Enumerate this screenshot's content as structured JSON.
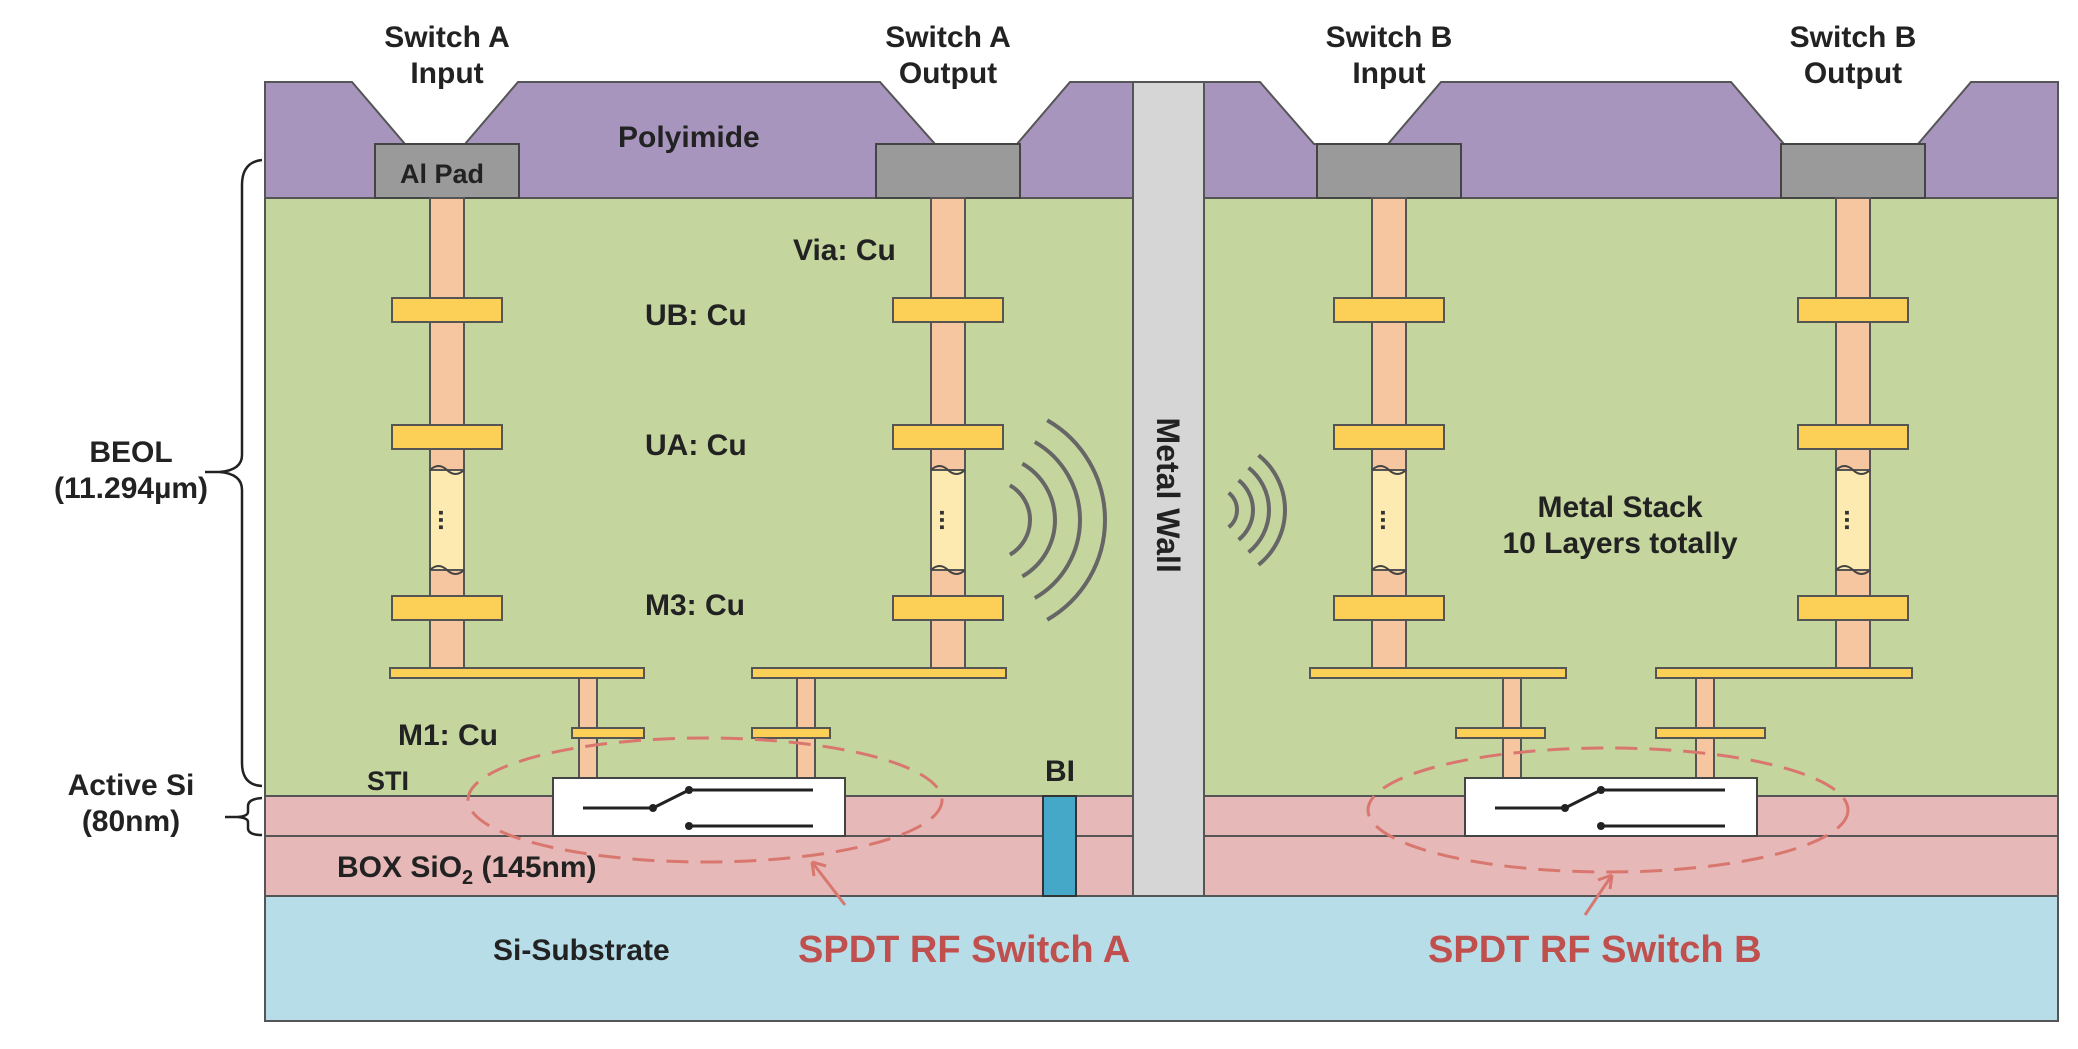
{
  "terminals": [
    {
      "line1": "Switch A",
      "line2": "Input"
    },
    {
      "line1": "Switch A",
      "line2": "Output"
    },
    {
      "line1": "Switch B",
      "line2": "Input"
    },
    {
      "line1": "Switch B",
      "line2": "Output"
    }
  ],
  "layers": {
    "polyimide": "Polyimide",
    "al_pad": "Al Pad",
    "via": "Via: Cu",
    "ub": "UB: Cu",
    "ua": "UA: Cu",
    "m3": "M3: Cu",
    "m1": "M1: Cu",
    "sti": "STI",
    "bi": "BI",
    "box": "BOX SiO",
    "box_sub": "2",
    "box_thickness": " (145nm)",
    "substrate": "Si-Substrate",
    "metal_wall": "Metal Wall",
    "metal_stack_line1": "Metal Stack",
    "metal_stack_line2": "10 Layers totally",
    "via_ellipsis": "..."
  },
  "brackets": {
    "beol_line1": "BEOL",
    "beol_line2": "(11.294µm)",
    "active_line1": "Active Si",
    "active_line2": "(80nm)"
  },
  "switches": {
    "a": "SPDT RF Switch A",
    "b": "SPDT RF Switch B"
  },
  "colors": {
    "polyimide": "#a795be",
    "beol": "#c4d59e",
    "active_si": "#e6b9b8",
    "box": "#e6b9b8",
    "substrate": "#b7dde8",
    "via": "#f6c6a0",
    "metal_layer": "#fcd057",
    "al_pad": "#9a9a9a",
    "metal_wall": "#d6d6d6",
    "bi": "#45a8c8",
    "switch_label": "#c0504d"
  }
}
